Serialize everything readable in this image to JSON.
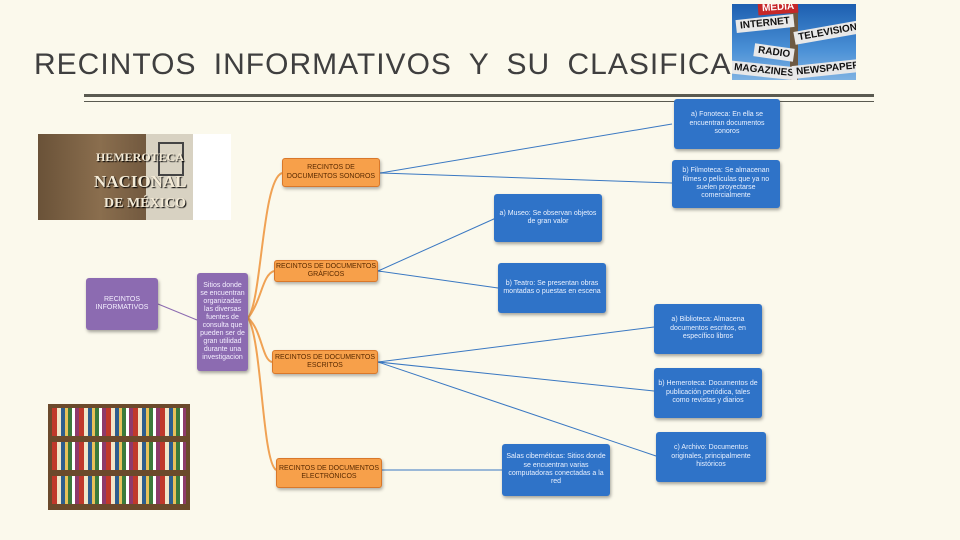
{
  "title": "RECINTOS INFORMATIVOS Y SU CLASIFICACIÓN",
  "signpost": {
    "signs": [
      "MEDIA",
      "INTERNET",
      "TELEVISION",
      "RADIO",
      "MAGAZINES",
      "NEWSPAPERS"
    ]
  },
  "hemeroteca_image": {
    "lines": [
      "HEMEROTECA",
      "NACIONAL",
      "DE MÉXICO"
    ]
  },
  "diagram": {
    "root": "RECINTOS INFORMATIVOS",
    "definition": "Sitios donde se encuentran organizadas las diversas fuentes de consulta que pueden ser de gran utilidad durante una investigacion",
    "categories": [
      "RECINTOS DE DOCUMENTOS SONOROS",
      "RECINTOS DE DOCUMENTOS GRÁFICOS",
      "RECINTOS DE DOCUMENTOS ESCRITOS",
      "RECINTOS DE DOCUMENTOS ELECTRÓNICOS"
    ],
    "leaves": [
      "a) Fonoteca: En ella se encuentran documentos sonoros",
      "b) Filmoteca: Se almacenan filmes o películas que ya no suelen proyectarse comercialmente",
      "a) Museo: Se observan objetos de gran valor",
      "b) Teatro: Se presentan obras montadas o puestas en escena",
      "a) Biblioteca: Almacena documentos escritos, en específico libros",
      "b) Hemeroteca: Documentos de publicación periódica, tales como revistas y diarios",
      "c) Archivo: Documentos originales, principalmente históricos",
      "Salas cibernéticas: Sitios donde se encuentran varias computadoras conectadas a la red"
    ]
  },
  "colors": {
    "background": "#fbf9ec",
    "root_box": "#8c6bb1",
    "category_box": "#f7a04a",
    "leaf_box": "#2f73c8",
    "connector": "#f0a254",
    "leaf_connector": "#3a78c2"
  }
}
